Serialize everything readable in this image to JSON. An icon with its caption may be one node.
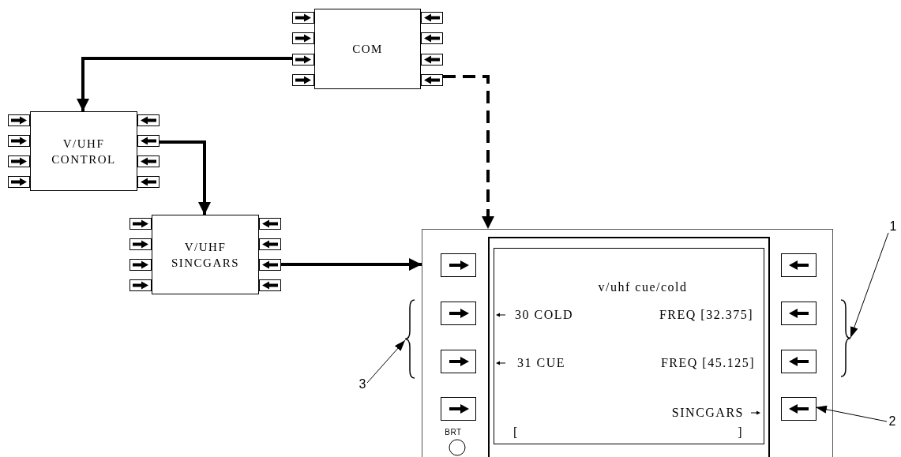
{
  "diagram": {
    "nodes": [
      {
        "text": [
          "COM"
        ]
      },
      {
        "text": [
          "V/UHF CONTROL"
        ]
      },
      {
        "text": [
          "V/UHF SINCGARS"
        ]
      },
      {
        "text": [],
        "shape": "box"
      },
      {
        "text": [
          "v/uhf cue/cold",
          "30 COLD",
          "FREQ [32.375]",
          "31 CUE",
          "FREQ [45.125]",
          "SINCGARS",
          "[",
          "]"
        ],
        "in": 3
      },
      {
        "text": [],
        "shape": "box",
        "in": 3
      },
      {
        "text": [],
        "shape": "box",
        "in": 3
      },
      {
        "text": [],
        "shape": "box",
        "in": 3
      },
      {
        "text": [],
        "shape": "box",
        "in": 3
      },
      {
        "text": [],
        "shape": "box",
        "in": 3
      },
      {
        "text": [],
        "shape": "box",
        "in": 3
      },
      {
        "text": [],
        "shape": "box",
        "in": 3
      },
      {
        "text": [],
        "shape": "box",
        "in": 3
      },
      {
        "text": [
          "1"
        ]
      },
      {
        "text": [
          "2"
        ]
      },
      {
        "text": [
          "3"
        ]
      },
      {
        "text": [],
        "shape": "brace"
      },
      {
        "text": [],
        "shape": "brace"
      }
    ],
    "edges": [
      {
        "from": 0,
        "to": 1,
        "arrow": "to"
      },
      {
        "from": 1,
        "to": 2,
        "arrow": "to"
      },
      {
        "from": 2,
        "to": 3,
        "arrow": "to"
      },
      {
        "from": 0,
        "to": 3,
        "arrow": "to",
        "style": "dashed"
      },
      {
        "from": 13,
        "to": 17,
        "arrow": "to"
      },
      {
        "from": 14,
        "to": 12,
        "arrow": "to"
      },
      {
        "from": 15,
        "to": 16,
        "arrow": "to"
      }
    ],
    "labels": [
      "BRT"
    ]
  }
}
